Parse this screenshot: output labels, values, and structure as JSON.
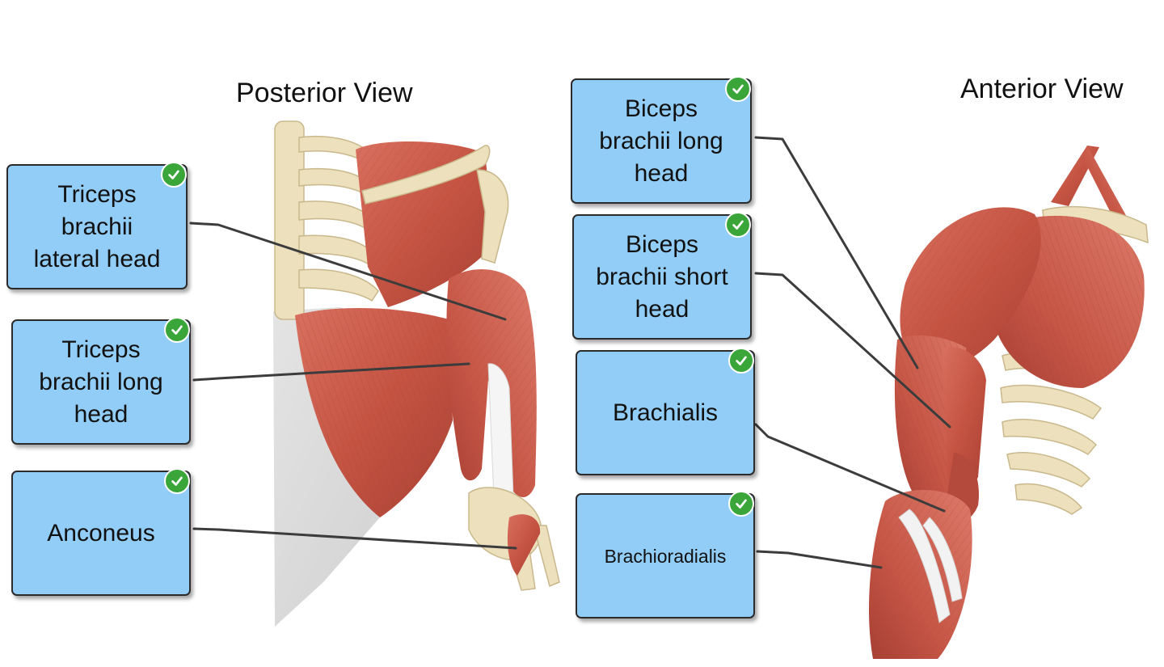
{
  "posterior": {
    "title": "Posterior View",
    "labels": [
      {
        "line1": "Triceps",
        "line2": "brachii",
        "line3": "lateral head"
      },
      {
        "line1": "Triceps",
        "line2": "brachii long",
        "line3": "head"
      },
      {
        "line1": "Anconeus"
      }
    ]
  },
  "anterior": {
    "title": "Anterior View",
    "labels": [
      {
        "line1": "Biceps",
        "line2": "brachii long",
        "line3": "head"
      },
      {
        "line1": "Biceps",
        "line2": "brachii short",
        "line3": "head"
      },
      {
        "line1": "Brachialis"
      },
      {
        "line1": "Brachioradialis"
      }
    ]
  },
  "check_icon": "checkmark-icon",
  "colors": {
    "label_fill": "#92cdf7",
    "label_border": "#2b2b2b",
    "check_green": "#3aa63a",
    "muscle": "#c8584a",
    "bone": "#ede0bd",
    "leader_line": "#3c3c3c"
  }
}
